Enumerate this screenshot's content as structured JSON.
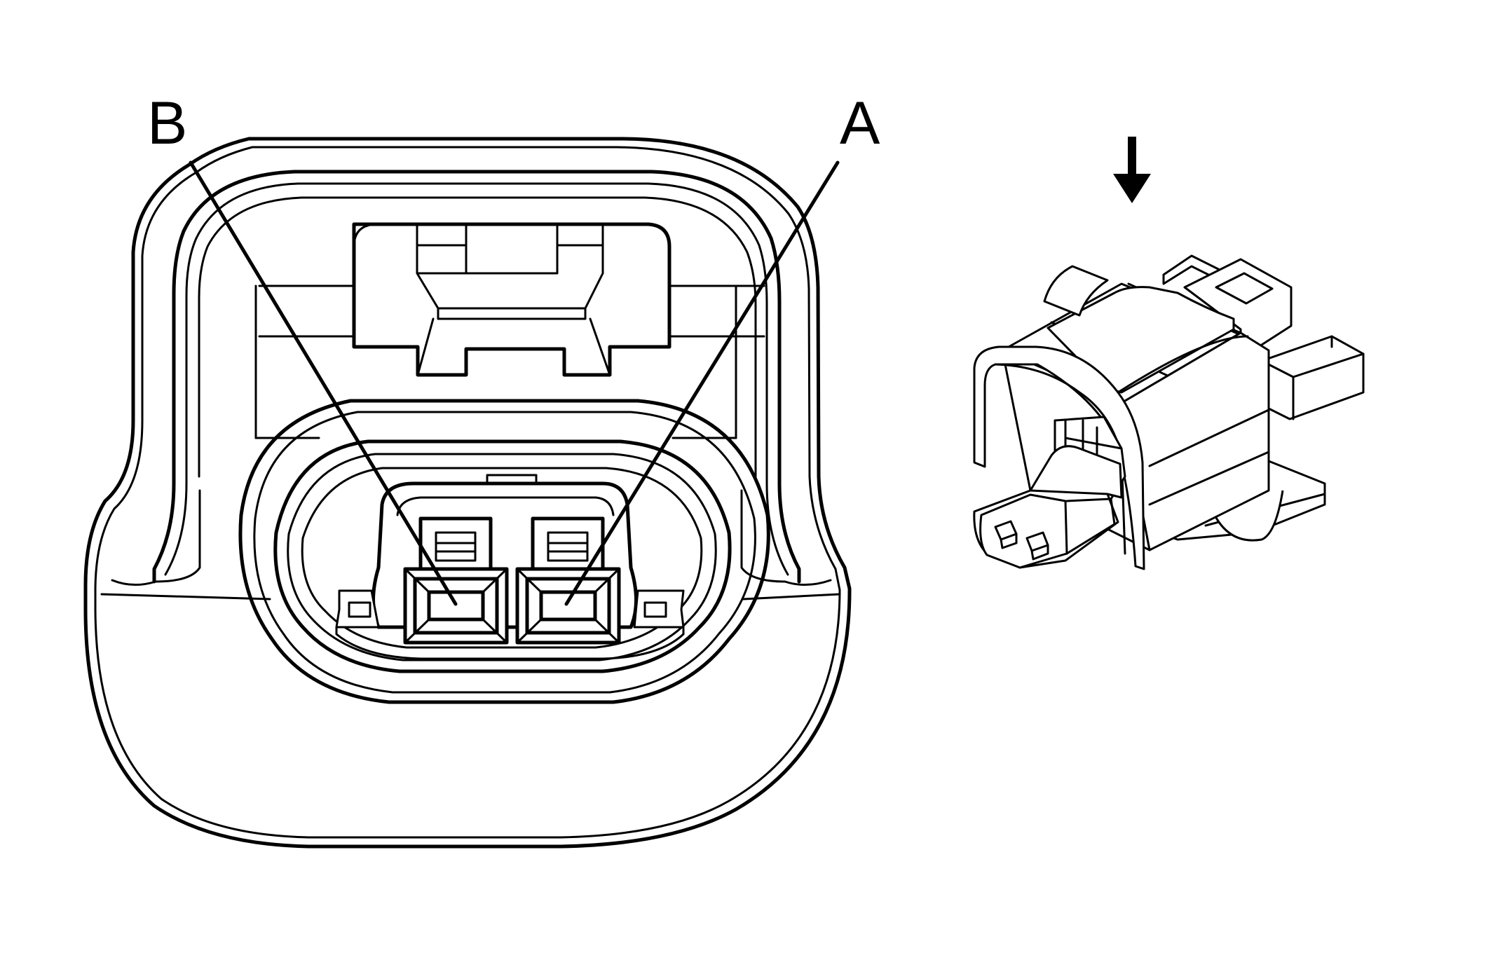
{
  "diagram": {
    "terminal_labels": [
      {
        "id": "B",
        "text": "B"
      },
      {
        "id": "A",
        "text": "A"
      }
    ],
    "colors": {
      "line": "#000000",
      "background": "#ffffff"
    },
    "icons": {
      "view_direction": "down-arrow-icon"
    }
  }
}
